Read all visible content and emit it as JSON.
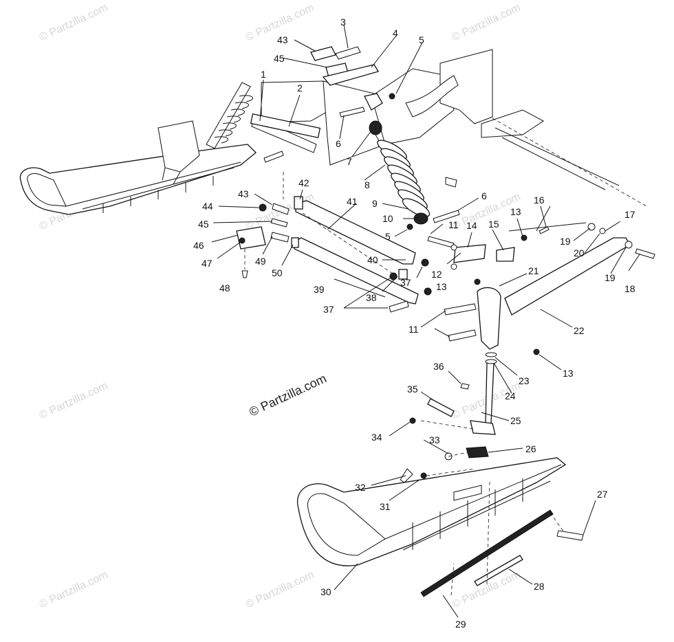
{
  "watermark": {
    "small_text": "© Partzilla.com",
    "main_text": "© Partzilla.com"
  },
  "callouts": {
    "c1": "1",
    "c2": "2",
    "c3": "3",
    "c4": "4",
    "c5a": "5",
    "c5b": "5",
    "c6a": "6",
    "c6b": "6",
    "c7": "7",
    "c8": "8",
    "c9": "9",
    "c10": "10",
    "c11a": "11",
    "c11b": "11",
    "c12": "12",
    "c13a": "13",
    "c13b": "13",
    "c13c": "13",
    "c14": "14",
    "c15": "15",
    "c16": "16",
    "c17": "17",
    "c18": "18",
    "c19a": "19",
    "c19b": "19",
    "c20": "20",
    "c21": "21",
    "c22": "22",
    "c23": "23",
    "c24": "24",
    "c25": "25",
    "c26": "26",
    "c27": "27",
    "c28": "28",
    "c29": "29",
    "c30": "30",
    "c31": "31",
    "c32": "32",
    "c33": "33",
    "c34": "34",
    "c35": "35",
    "c36": "36",
    "c37a": "37",
    "c37b": "37",
    "c38": "38",
    "c39": "39",
    "c40": "40",
    "c41": "41",
    "c42": "42",
    "c43a": "43",
    "c43b": "43",
    "c44": "44",
    "c45a": "45",
    "c45b": "45",
    "c46": "46",
    "c47": "47",
    "c48": "48",
    "c49": "49",
    "c50": "50"
  }
}
